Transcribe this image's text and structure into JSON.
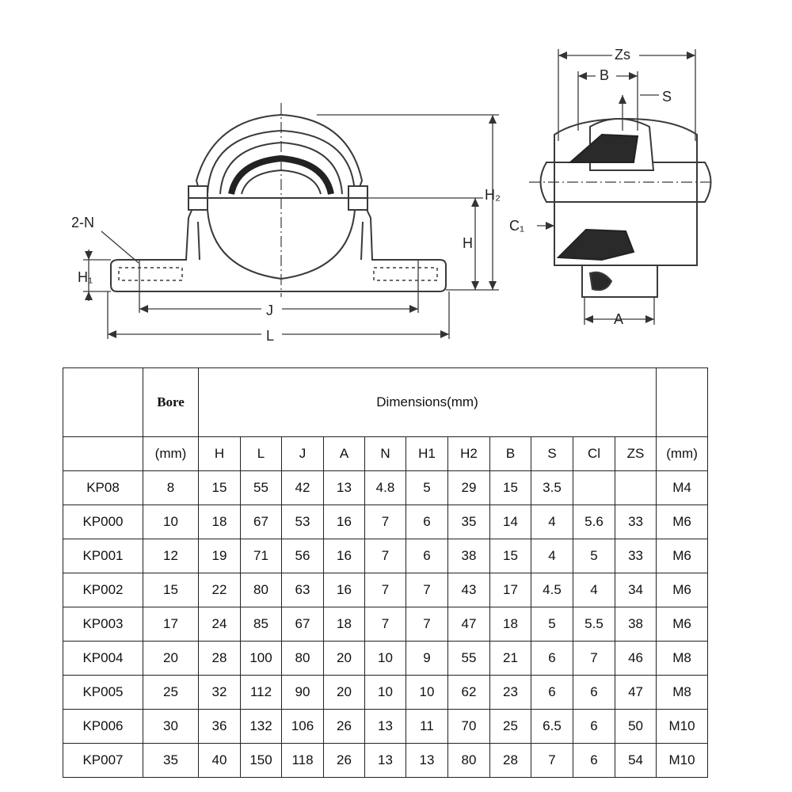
{
  "drawing": {
    "labels": {
      "two_n": "2-N",
      "h1": "H₁",
      "j": "J",
      "l": "L",
      "h": "H",
      "h2": "H₂",
      "zs": "Zs",
      "b": "B",
      "s": "S",
      "c1": "C₁",
      "a": "A"
    }
  },
  "table": {
    "bore_header": "Bore",
    "dimensions_header": "Dimensions(mm)",
    "unit_columns": [
      "(mm)",
      "H",
      "L",
      "J",
      "A",
      "N",
      "H1",
      "H2",
      "B",
      "S",
      "Cl",
      "ZS",
      "(mm)"
    ],
    "rows": [
      {
        "model": "KP08",
        "bore": "8",
        "H": "15",
        "L": "55",
        "J": "42",
        "A": "13",
        "N": "4.8",
        "H1": "5",
        "H2": "29",
        "B": "15",
        "S": "3.5",
        "Cl": "",
        "ZS": "",
        "bolt": "M4"
      },
      {
        "model": "KP000",
        "bore": "10",
        "H": "18",
        "L": "67",
        "J": "53",
        "A": "16",
        "N": "7",
        "H1": "6",
        "H2": "35",
        "B": "14",
        "S": "4",
        "Cl": "5.6",
        "ZS": "33",
        "bolt": "M6"
      },
      {
        "model": "KP001",
        "bore": "12",
        "H": "19",
        "L": "71",
        "J": "56",
        "A": "16",
        "N": "7",
        "H1": "6",
        "H2": "38",
        "B": "15",
        "S": "4",
        "Cl": "5",
        "ZS": "33",
        "bolt": "M6"
      },
      {
        "model": "KP002",
        "bore": "15",
        "H": "22",
        "L": "80",
        "J": "63",
        "A": "16",
        "N": "7",
        "H1": "7",
        "H2": "43",
        "B": "17",
        "S": "4.5",
        "Cl": "4",
        "ZS": "34",
        "bolt": "M6"
      },
      {
        "model": "KP003",
        "bore": "17",
        "H": "24",
        "L": "85",
        "J": "67",
        "A": "18",
        "N": "7",
        "H1": "7",
        "H2": "47",
        "B": "18",
        "S": "5",
        "Cl": "5.5",
        "ZS": "38",
        "bolt": "M6"
      },
      {
        "model": "KP004",
        "bore": "20",
        "H": "28",
        "L": "100",
        "J": "80",
        "A": "20",
        "N": "10",
        "H1": "9",
        "H2": "55",
        "B": "21",
        "S": "6",
        "Cl": "7",
        "ZS": "46",
        "bolt": "M8"
      },
      {
        "model": "KP005",
        "bore": "25",
        "H": "32",
        "L": "112",
        "J": "90",
        "A": "20",
        "N": "10",
        "H1": "10",
        "H2": "62",
        "B": "23",
        "S": "6",
        "Cl": "6",
        "ZS": "47",
        "bolt": "M8"
      },
      {
        "model": "KP006",
        "bore": "30",
        "H": "36",
        "L": "132",
        "J": "106",
        "A": "26",
        "N": "13",
        "H1": "11",
        "H2": "70",
        "B": "25",
        "S": "6.5",
        "Cl": "6",
        "ZS": "50",
        "bolt": "M10"
      },
      {
        "model": "KP007",
        "bore": "35",
        "H": "40",
        "L": "150",
        "J": "118",
        "A": "26",
        "N": "13",
        "H1": "13",
        "H2": "80",
        "B": "28",
        "S": "7",
        "Cl": "6",
        "ZS": "54",
        "bolt": "M10"
      }
    ]
  }
}
